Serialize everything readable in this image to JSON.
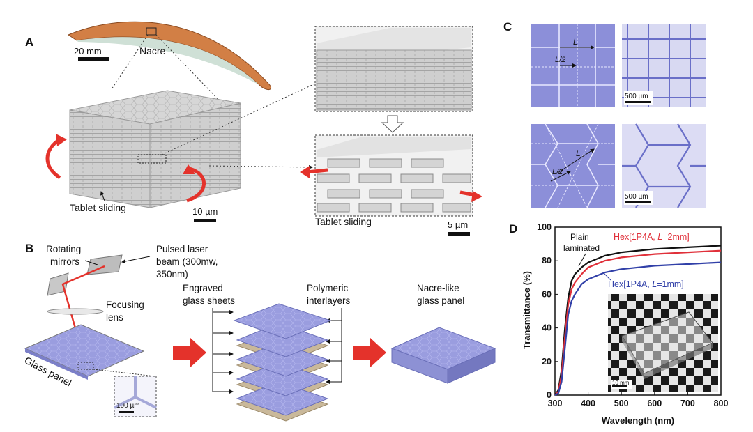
{
  "panels": {
    "A": {
      "label": "A",
      "nacre_label": "Nacre",
      "scalebar_shell": "20 mm",
      "scalebar_block": "10 µm",
      "scalebar_zoom": "5 µm",
      "tablet_sliding_left": "Tablet sliding",
      "tablet_sliding_right": "Tablet sliding"
    },
    "B": {
      "label": "B",
      "rotating_mirrors": [
        "Rotating",
        "mirrors"
      ],
      "pulsed_laser": [
        "Pulsed laser",
        "beam (300mw,",
        "350nm)"
      ],
      "focusing_lens": [
        "Focusing",
        "lens"
      ],
      "glass_panel": "Glass panel",
      "inset_scalebar": "100 µm",
      "engraved_glass_sheets": [
        "Engraved",
        "glass sheets"
      ],
      "polymeric_interlayers": [
        "Polymeric",
        "interlayers"
      ],
      "nacre_like_panel": [
        "Nacre-like",
        "glass panel"
      ]
    },
    "C": {
      "label": "C",
      "sq_L": "L",
      "sq_L2": "L/2",
      "hex_L": "L",
      "hex_L2": "L/2",
      "scalebar_top": "500 µm",
      "scalebar_bottom": "500 µm"
    },
    "D": {
      "label": "D",
      "inset_scalebar": "10 mm"
    }
  },
  "chart_data": {
    "type": "line",
    "title": "",
    "xlabel": "Wavelength (nm)",
    "ylabel": "Transmittance (%)",
    "xlim": [
      300,
      800
    ],
    "ylim": [
      0,
      100
    ],
    "xticks": [
      300,
      400,
      500,
      600,
      700,
      800
    ],
    "yticks": [
      0,
      20,
      40,
      60,
      80,
      100
    ],
    "x": [
      300,
      310,
      320,
      330,
      340,
      350,
      360,
      380,
      400,
      450,
      500,
      600,
      700,
      800
    ],
    "series": [
      {
        "name": "Plain laminated",
        "color": "#111111",
        "values": [
          0,
          3,
          15,
          40,
          58,
          68,
          72,
          76,
          79,
          83,
          85,
          87,
          88,
          89
        ]
      },
      {
        "name": "Hex[1P4A, L=2mm]",
        "color": "#e0303a",
        "values": [
          0,
          2,
          12,
          35,
          54,
          63,
          67,
          72,
          76,
          80,
          82,
          84,
          85,
          86
        ]
      },
      {
        "name": "Hex[1P4A, L=1mm]",
        "color": "#3140a8",
        "values": [
          0,
          1,
          8,
          28,
          48,
          56,
          60,
          66,
          69,
          73,
          75,
          77,
          78,
          79
        ]
      }
    ],
    "legend": {
      "plain": [
        "Plain",
        "laminated"
      ],
      "hex2_prefix": "Hex[1P4A, ",
      "hex2_italic": "L",
      "hex2_suffix": "=2mm]",
      "hex1_prefix": "Hex[1P4A, ",
      "hex1_italic": "L",
      "hex1_suffix": "=1mm]"
    },
    "grid": false
  },
  "colors": {
    "accent_red": "#e4322b",
    "glass_blue": "#8d8fd6",
    "interlayer_tan": "#c9b89a",
    "tablet_gray": "#d9d9d9"
  }
}
